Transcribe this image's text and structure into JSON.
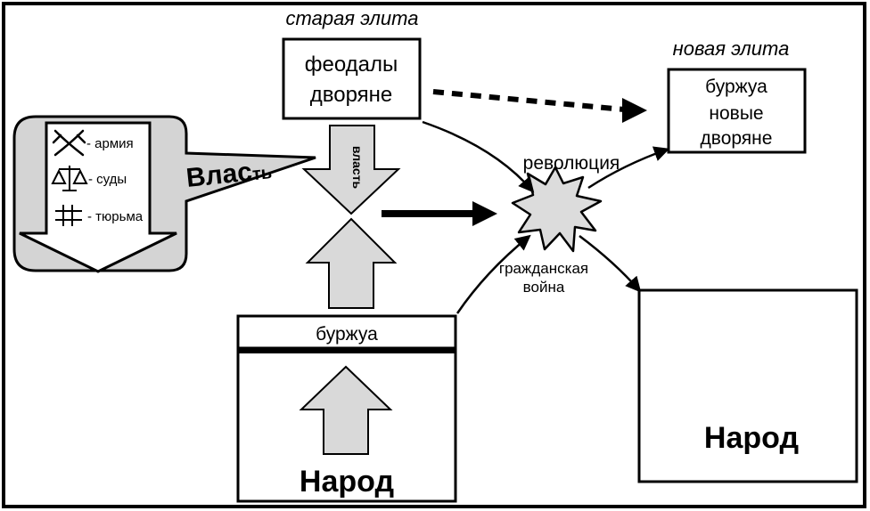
{
  "old_elite": {
    "title": "старая элита",
    "box_lines": [
      "феодалы",
      "дворяне"
    ]
  },
  "new_elite": {
    "title": "новая элита",
    "box_lines": [
      "буржуа",
      "новые",
      "дворяне"
    ]
  },
  "power_panel": {
    "callout_label_big": "Влас",
    "callout_label_small": "ть",
    "vertical_label": "власть",
    "items": [
      {
        "icon": "crossed-swords-icon",
        "label": "- армия"
      },
      {
        "icon": "scales-icon",
        "label": "- суды"
      },
      {
        "icon": "prison-grid-icon",
        "label": "- тюрьма"
      }
    ]
  },
  "event_revolution": "революция",
  "event_civil_war": [
    "гражданская",
    "война"
  ],
  "bottom_left": {
    "header": "буржуа",
    "people": "Народ"
  },
  "bottom_right": {
    "people": "Народ"
  },
  "colors": {
    "arrow_fill": "#d9d9d9",
    "callout_fill": "#d4d4d4",
    "stroke": "#000000"
  }
}
